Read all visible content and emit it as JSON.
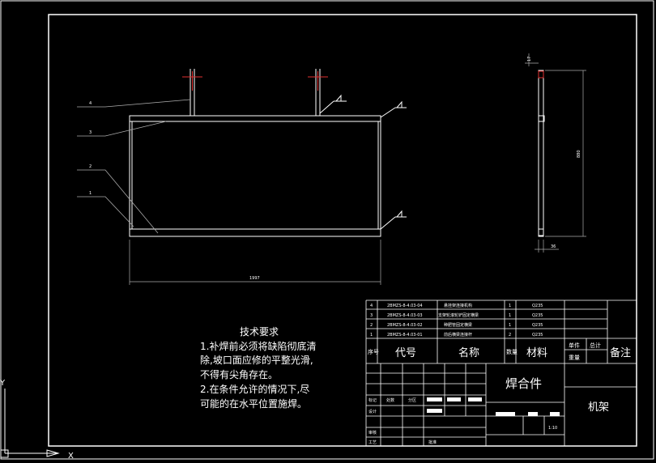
{
  "tech_requirements": {
    "title": "技术要求",
    "lines": [
      "1.补焊前必须将缺陷彻底清",
      "除,坡口面应修的平整光滑,",
      "不得有尖角存在。",
      "2.在条件允许的情况下,尽",
      "可能的在水平位置施焊。"
    ]
  },
  "bom": {
    "rows": [
      {
        "no": "4",
        "code": "2BMZS-8-4.03-04",
        "name": "悬挂架连接机构",
        "qty": "1",
        "material": "Q235"
      },
      {
        "no": "3",
        "code": "2BMZS-8-4.03-03",
        "name": "支架轮滚轮铲固定横梁",
        "qty": "1",
        "material": "Q235"
      },
      {
        "no": "2",
        "code": "2BMZS-8-4.03-02",
        "name": "种肥管固定横梁",
        "qty": "1",
        "material": "Q235"
      },
      {
        "no": "1",
        "code": "2BMZS-8-4.03-01",
        "name": "前后横梁连接杆",
        "qty": "2",
        "material": "Q235"
      }
    ],
    "header": {
      "no": "序号",
      "code": "代号",
      "name": "名称",
      "qty": "数量",
      "material": "材料",
      "single": "单件",
      "total": "总计",
      "weight": "重量",
      "remark": "备注"
    }
  },
  "title_block": {
    "product": "焊合件",
    "drawing_name": "机架",
    "mark": "标记",
    "count": "处数",
    "zone": "分区",
    "design": "设计",
    "review": "审核",
    "process": "工艺",
    "approve": "批准",
    "scale": "1:10"
  },
  "dimensions": {
    "width_label": "1997",
    "height_label": "880",
    "side_small": "36",
    "top_small": "17"
  },
  "callouts": [
    "4",
    "3",
    "2",
    "1"
  ],
  "ucs": {
    "x": "X",
    "y": "Y"
  }
}
